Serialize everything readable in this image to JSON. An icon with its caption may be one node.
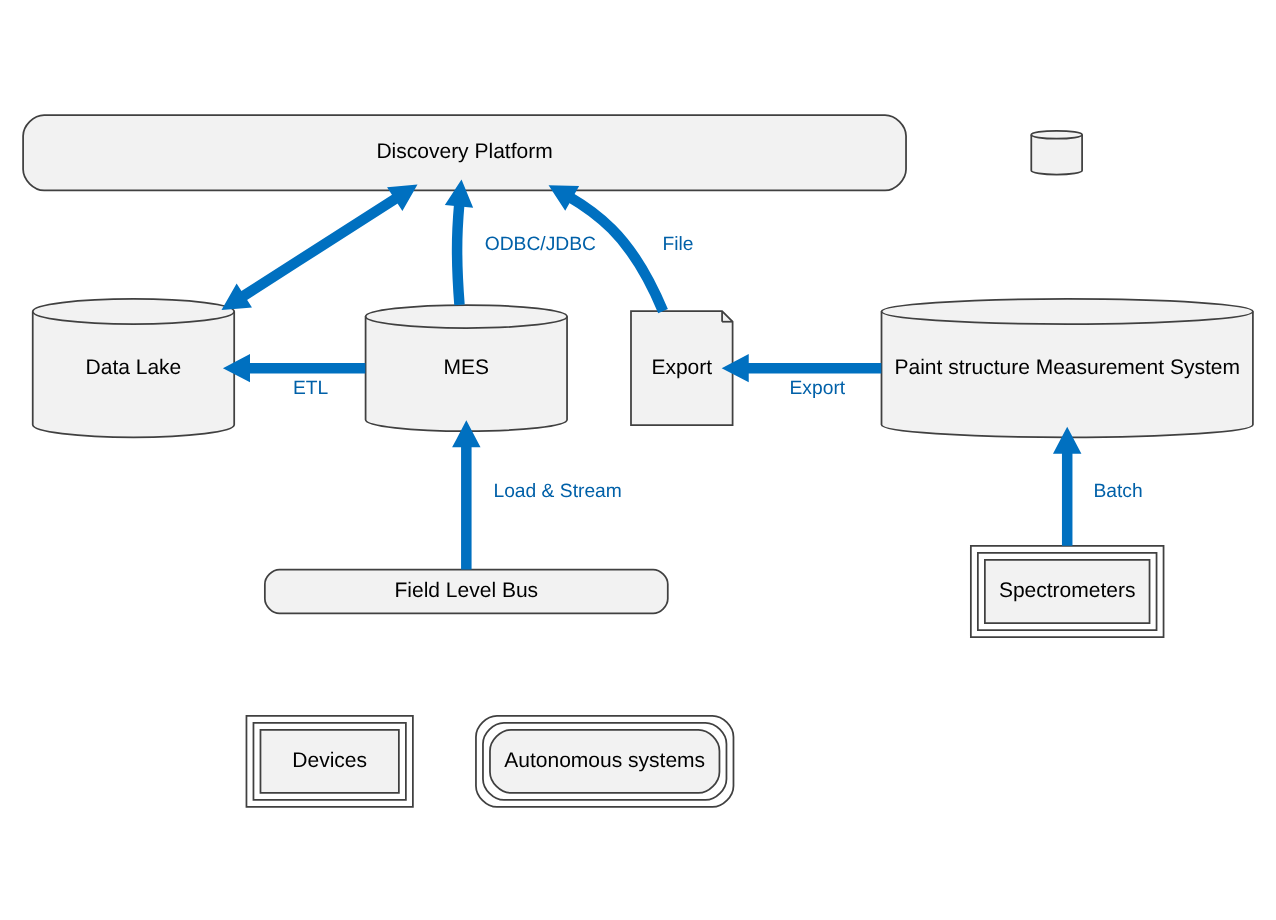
{
  "diagram": {
    "nodes": [
      {
        "text": [
          "Discovery Platform"
        ]
      },
      {
        "text": [],
        "shape": "cylinder"
      },
      {
        "text": [
          "Data Lake"
        ]
      },
      {
        "text": [
          "MES"
        ]
      },
      {
        "text": [
          "Export"
        ]
      },
      {
        "text": [
          "Paint structure Measurement System"
        ]
      },
      {
        "text": [
          "Devices"
        ]
      },
      {
        "text": [
          "Autonomous systems"
        ]
      },
      {
        "text": [
          "Field Level Bus"
        ]
      },
      {
        "text": [
          "Spectrometers"
        ]
      }
    ],
    "edges": [
      {
        "from": 2,
        "to": 0,
        "arrow": "both"
      },
      {
        "from": 3,
        "to": 0,
        "arrow": "to",
        "label": "ODBC/JDBC"
      },
      {
        "from": 4,
        "to": 0,
        "arrow": "to",
        "label": "File"
      },
      {
        "from": 3,
        "to": 2,
        "arrow": "to",
        "label": "ETL"
      },
      {
        "from": 5,
        "to": 4,
        "arrow": "to",
        "label": "Export"
      },
      {
        "from": 8,
        "to": 3,
        "arrow": "to",
        "label": "Load & Stream"
      },
      {
        "from": 9,
        "to": 5,
        "arrow": "to",
        "label": "Batch"
      }
    ]
  }
}
